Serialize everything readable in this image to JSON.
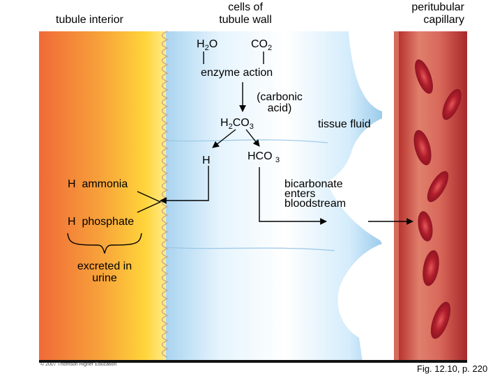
{
  "labels": {
    "tubule_interior": "tubule interior",
    "cells_of_tubule_wall": [
      "cells of",
      "tubule wall"
    ],
    "peritubular_capillary": [
      "peritubular",
      "capillary"
    ],
    "water": {
      "main": "H",
      "sub": "2",
      "tail": "O"
    },
    "co2": {
      "main": "CO",
      "sub": "2"
    },
    "enzyme_action": "enzyme action",
    "carbonic_acid": [
      "(carbonic",
      "acid)"
    ],
    "h2co3": {
      "a": "H",
      "sub1": "2",
      "b": "CO",
      "sub2": "3"
    },
    "tissue_fluid": "tissue fluid",
    "h": "H",
    "hco3": {
      "main": "HCO",
      "sub": "3"
    },
    "h_ammonia": "H  ammonia",
    "h_phosphate": "H  phosphate",
    "bicarbonate": [
      "bicarbonate",
      "enters",
      "bloodstream"
    ],
    "excreted": [
      "excreted in",
      "urine"
    ],
    "copyright": "© 2007 Thomson Higher Education",
    "figure_ref": "Fig. 12.10, p. 220"
  },
  "colors": {
    "lumen_orange": "#f27a3a",
    "lumen_yellow": "#ffd93a",
    "cell_blue": "#b9def5",
    "cell_highlight": "#ffffff",
    "capillary_red": "#c8403c",
    "rbc_red": "#b51f2a"
  }
}
